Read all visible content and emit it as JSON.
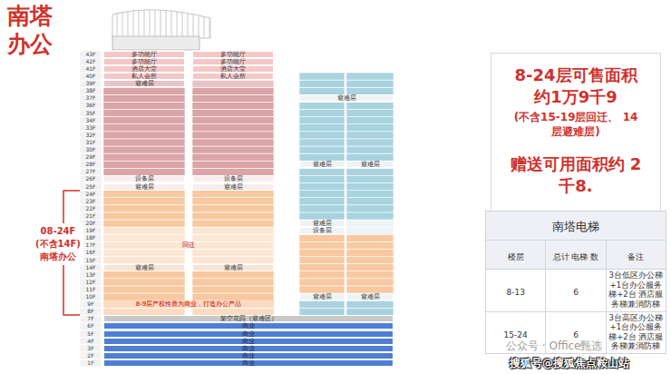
{
  "diagram": {
    "title": "南塔 办公",
    "nodes": [
      {
        "text": [
          "多功能厅"
        ]
      },
      {
        "text": [
          "多功能厅"
        ]
      },
      {
        "text": [
          "多功能厅"
        ]
      },
      {
        "text": [
          "多功能厅"
        ]
      },
      {
        "text": [
          "酒店大堂"
        ]
      },
      {
        "text": [
          "酒店大堂"
        ]
      },
      {
        "text": [
          "私人会所"
        ]
      },
      {
        "text": [
          "私人会所"
        ]
      },
      {
        "text": [
          "避难层"
        ]
      },
      {
        "text": [
          "设备层"
        ]
      },
      {
        "text": [
          "设备层"
        ]
      },
      {
        "text": [
          "避难层"
        ]
      },
      {
        "text": [
          "避难层"
        ]
      },
      {
        "text": [
          "避难层"
        ]
      },
      {
        "text": [
          "避难层"
        ]
      },
      {
        "text": [
          "避难层"
        ]
      },
      {
        "text": [
          "避难层"
        ]
      },
      {
        "text": [
          "避难层"
        ]
      },
      {
        "text": [
          "避难层"
        ]
      },
      {
        "text": [
          "设备层"
        ]
      },
      {
        "text": [
          "避难层"
        ]
      },
      {
        "text": [
          "避难层"
        ]
      },
      {
        "text": [
          "架空花园（避难区）"
        ]
      },
      {
        "text": [
          "商业"
        ]
      },
      {
        "text": [
          "商业"
        ]
      },
      {
        "text": [
          "商业"
        ]
      },
      {
        "text": [
          "商业"
        ]
      },
      {
        "text": [
          "商业"
        ]
      },
      {
        "text": [
          "商业"
        ]
      },
      {
        "text": [
          "8-24层可售面积 约1万9千9",
          "(不含15-19层回迁、 14层避难层)",
          "赠送可用面积约 2千8."
        ]
      }
    ],
    "labels": [
      "43F",
      "42F",
      "41F",
      "40F",
      "39F",
      "38F",
      "37F",
      "36F",
      "35F",
      "34F",
      "33F",
      "32F",
      "31F",
      "30F",
      "29F",
      "28F",
      "27F",
      "26F",
      "25F",
      "24F",
      "23F",
      "22F",
      "21F",
      "20F",
      "19F",
      "18F",
      "17F",
      "16F",
      "15F",
      "14F",
      "13F",
      "12F",
      "11F",
      "10F",
      "9F",
      "8F",
      "7F",
      "6F",
      "5F",
      "4F",
      "3F",
      "2F",
      "1F",
      "回迁",
      "8-9层产权性质为商业，打造办公产品",
      "08-24F (不含14F) 南塔办公",
      "南塔电梯",
      "楼层",
      "总计 电梯 数",
      "备注",
      "8-13",
      "6",
      "3台低区办公梯+1台办公服务梯+2台 酒店服务梯兼消防梯",
      "15-24",
      "6",
      "3台高区办公梯+1台办公服务梯+2台 酒店服务梯兼消防梯",
      "公众号 · Office甄选",
      "搜狐号@搜狐焦点鞍山站"
    ]
  }
}
